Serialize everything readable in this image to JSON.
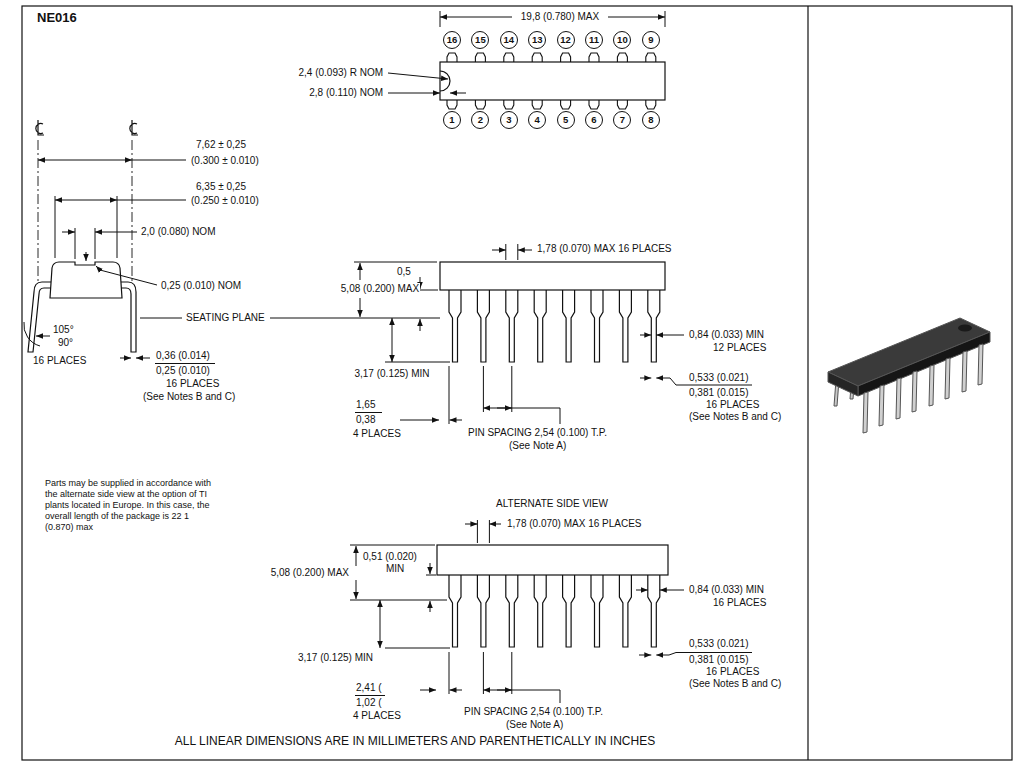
{
  "diagram": {
    "title": "NE016",
    "nodes": [
      {
        "text": [
          "16"
        ]
      },
      {
        "text": [
          "15"
        ]
      },
      {
        "text": [
          "14"
        ]
      },
      {
        "text": [
          "13"
        ]
      },
      {
        "text": [
          "12"
        ]
      },
      {
        "text": [
          "11"
        ]
      },
      {
        "text": [
          "10"
        ]
      },
      {
        "text": [
          "9"
        ]
      },
      {
        "text": [
          "1"
        ]
      },
      {
        "text": [
          "2"
        ]
      },
      {
        "text": [
          "3"
        ]
      },
      {
        "text": [
          "4"
        ]
      },
      {
        "text": [
          "5"
        ]
      },
      {
        "text": [
          "6"
        ]
      },
      {
        "text": [
          "7"
        ]
      },
      {
        "text": [
          "8"
        ]
      }
    ],
    "labels": [
      "19,8 (0.780) MAX",
      "2,4 (0.093) R NOM",
      "2,8 (0.110) NOM",
      "1,78 (0.070) MAX 16 PLACES",
      "0,5",
      "5,08 (0.200) MAX",
      "3,17 (0.125) MIN",
      "0,84 (0.033) MIN",
      "12 PLACES",
      "0,533 (0.021)",
      "0,381 (0.015)",
      "16 PLACES",
      "(See Notes B and C)",
      "1,65",
      "0,38",
      "4 PLACES",
      "PIN SPACING 2,54 (0.100) T.P.",
      "(See Note A)",
      "7,62 ± 0,25",
      "(0.300 ± 0.010)",
      "6,35 ± 0,25",
      "(0.250 ± 0.010)",
      "2,0 (0.080) NOM",
      "0,25 (0.010) NOM",
      "105°",
      "90°",
      "16 PLACES",
      "SEATING PLANE",
      "0,36 (0.014)",
      "0,25 (0.010)",
      "16 PLACES",
      "(See Notes B and C)",
      "Parts may be supplied in accordance with the alternate side view at the option of TI plants located in Europe. In this case, the overall length of the package is 22 1 (0.870) max",
      "ALTERNATE SIDE VIEW",
      "1,78 (0.070) MAX 16 PLACES",
      "0,51 (0.020)",
      "MIN",
      "5,08 (0.200) MAX",
      "0,84 (0.033) MIN",
      "16 PLACES",
      "3,17 (0.125) MIN",
      "0,533 (0.021)",
      "0,381 (0.015)",
      "16 PLACES",
      "(See Notes B and C)",
      "2,41 (",
      "1,02 (",
      "4 PLACES",
      "PIN SPACING 2,54 (0.100) T.P.",
      "(See Note A)",
      "ALL LINEAR DIMENSIONS ARE IN MILLIMETERS AND PARENTHETICALLY IN INCHES"
    ]
  }
}
